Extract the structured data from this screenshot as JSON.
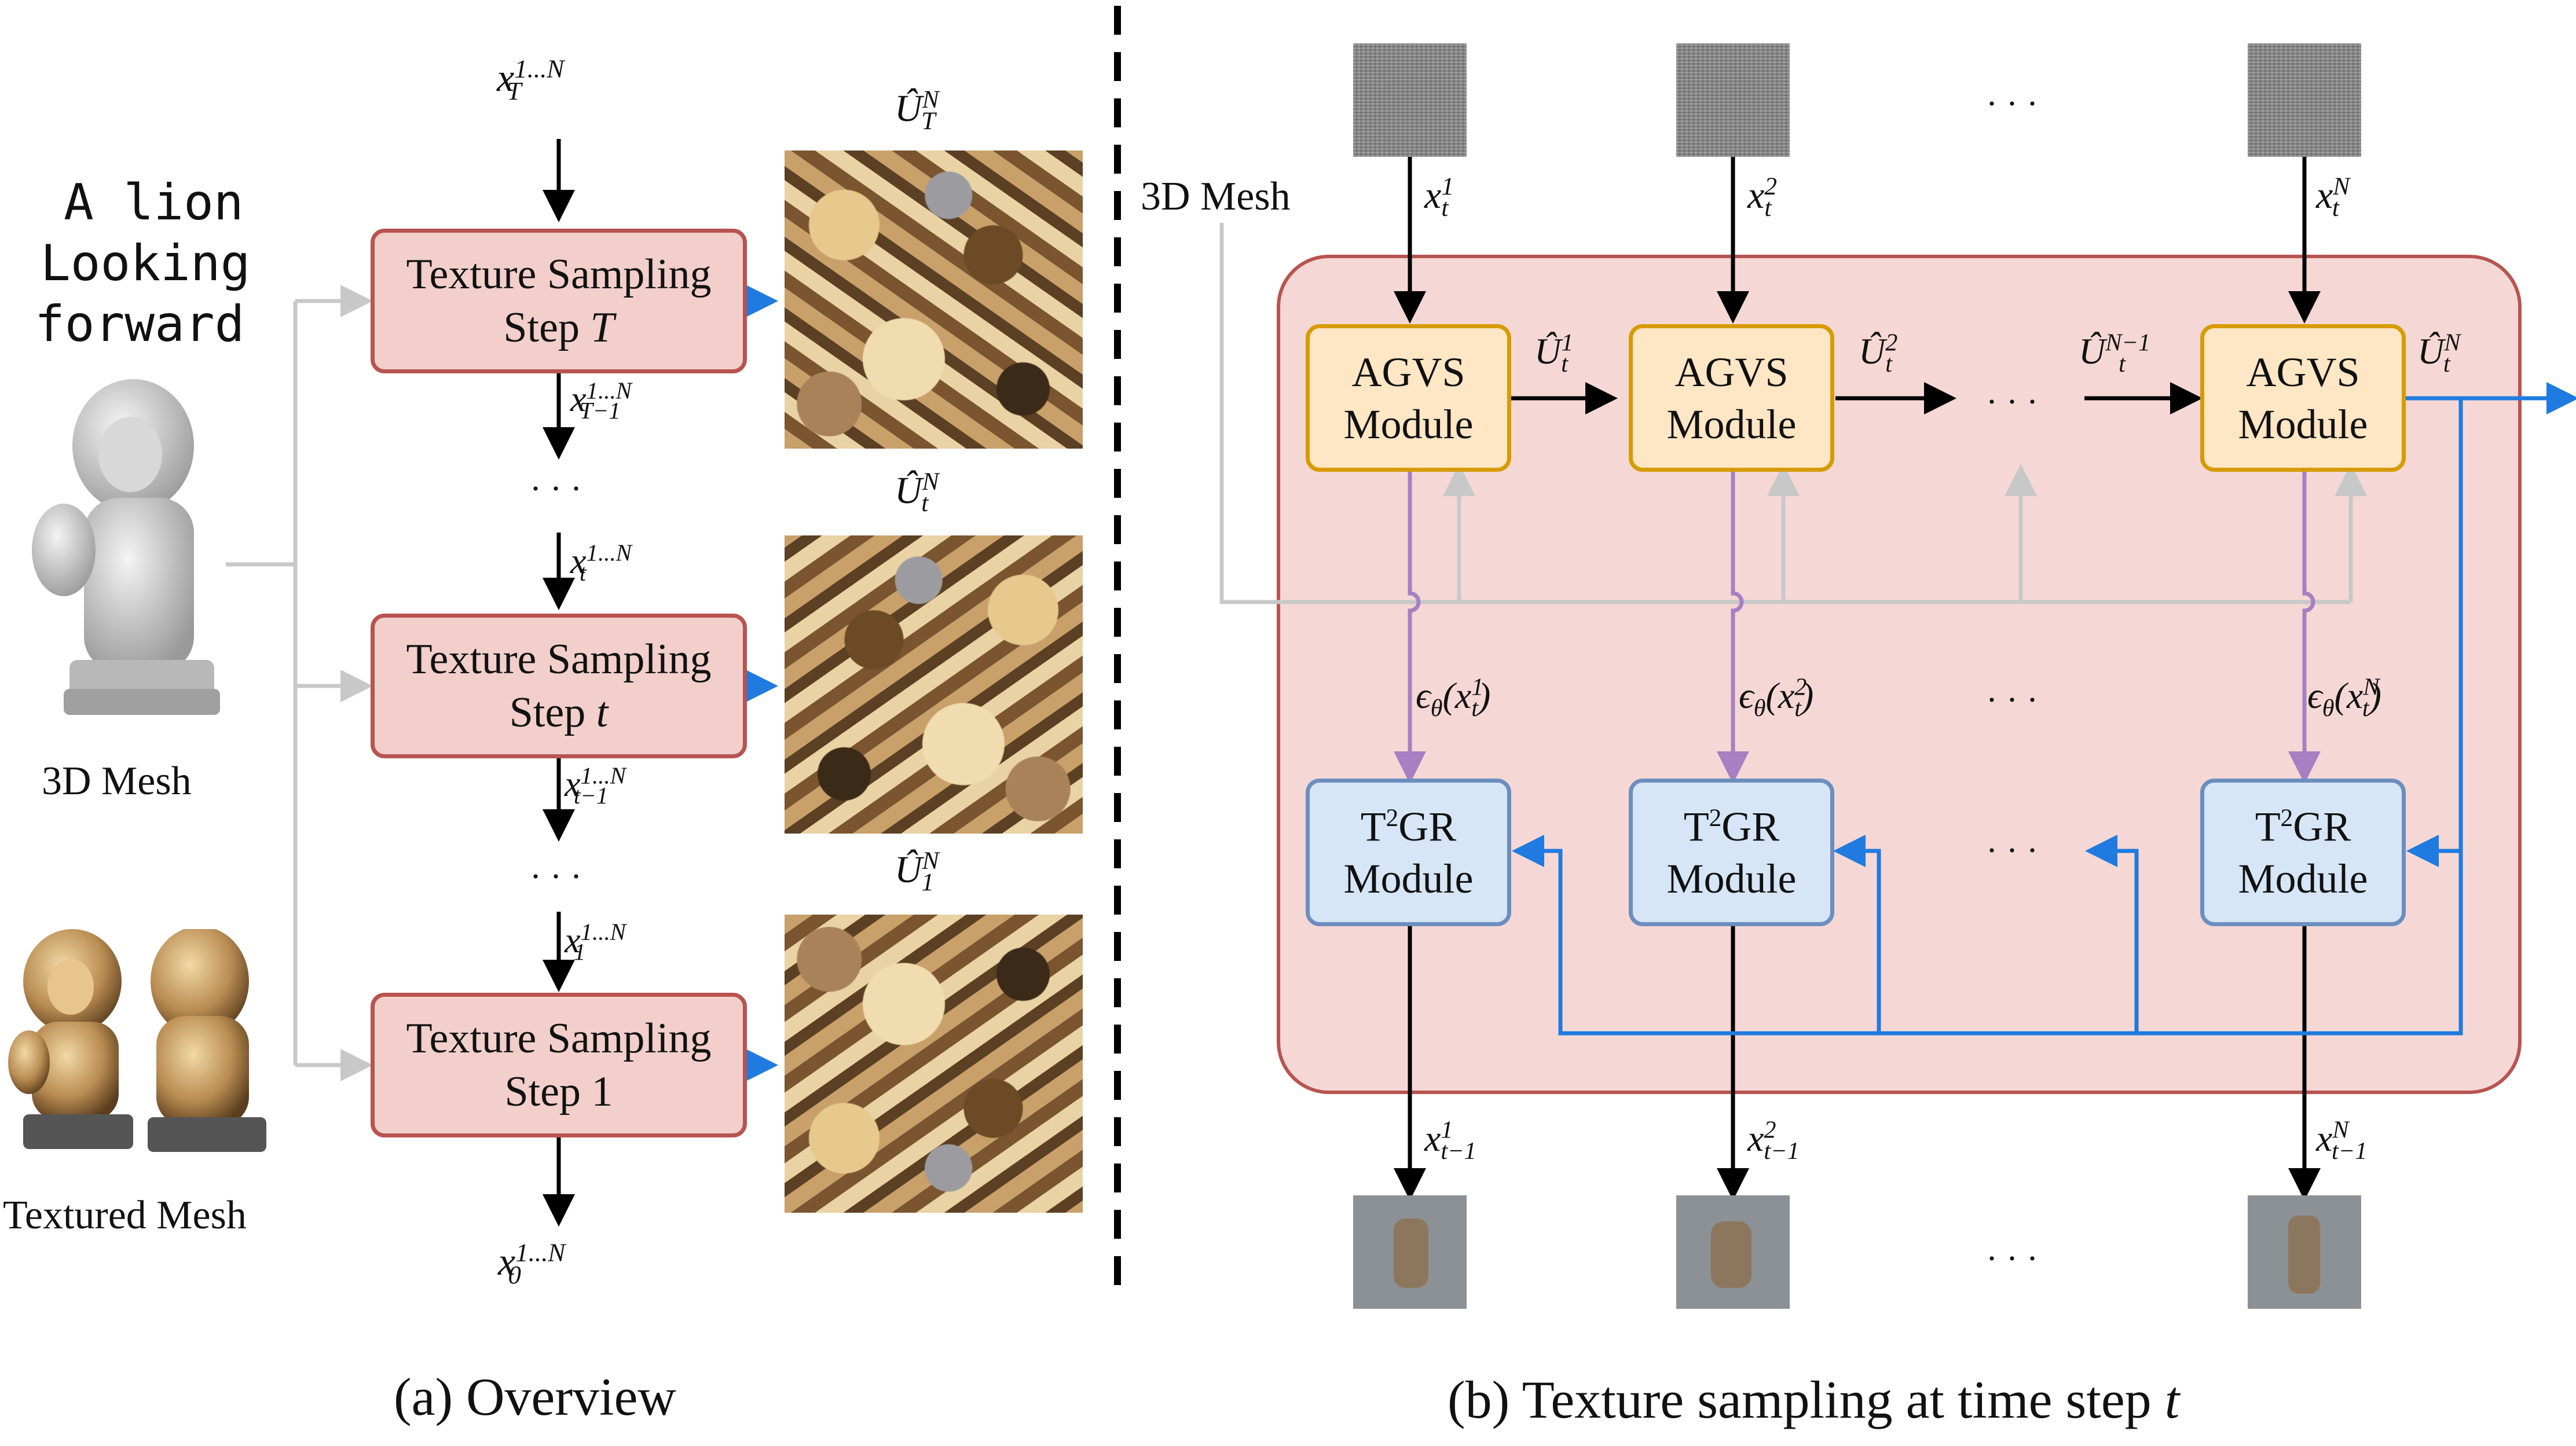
{
  "prompt_text": [
    "A lion",
    "Looking",
    "forward"
  ],
  "left": {
    "mesh_label": "3D Mesh",
    "textured_label": "Textured Mesh",
    "steps": [
      {
        "line1": "Texture Sampling",
        "line2": "Step",
        "var": "T"
      },
      {
        "line1": "Texture Sampling",
        "line2": "Step",
        "var": "t"
      },
      {
        "line1": "Texture Sampling",
        "line2": "Step 1",
        "var": ""
      }
    ],
    "ellipsis": "· · ·",
    "caption": "(a) Overview"
  },
  "right": {
    "mesh_label": "3D Mesh",
    "agvs": [
      "AGVS",
      "Module"
    ],
    "t2gr": [
      "T",
      "2",
      "GR",
      "Module"
    ],
    "ellipsis": "· · ·",
    "caption_prefix": "(b) Texture sampling at time step",
    "caption_var": "t"
  },
  "colors": {
    "red_fill": "#f2cfcb",
    "red_border": "#b85450",
    "orange_fill": "#ffe6c4",
    "orange_border": "#d79b00",
    "blue_fill": "#d6e6f7",
    "blue_border": "#6c8ebf",
    "arrow_blue": "#1f7be0",
    "arrow_purple": "#a77fc2",
    "arrow_gray": "#c8c8c8"
  },
  "icons": [
    "lion-sculpture-icon",
    "textured-lion-icon",
    "noise-image-icon",
    "texture-map-icon"
  ]
}
